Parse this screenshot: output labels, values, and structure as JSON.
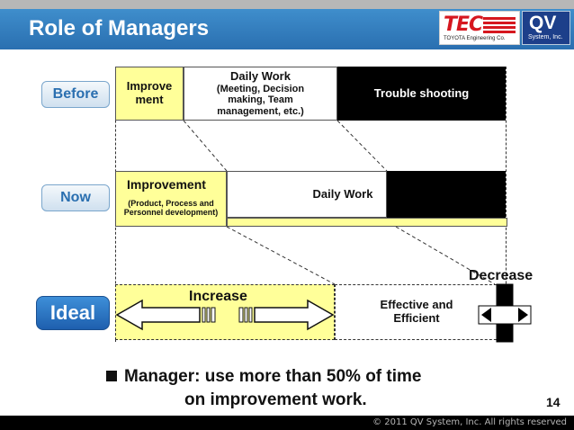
{
  "slide": {
    "title": "Role of Managers",
    "page_number": "14"
  },
  "logos": {
    "tec_mark": "TEC",
    "tec_caption": "TOYOTA Engineering Co.",
    "qv_mark": "QV",
    "qv_caption": "System, Inc."
  },
  "rows": {
    "before": {
      "label": "Before",
      "improve": "Improve ment",
      "daily_title": "Daily Work",
      "daily_detail": "(Meeting, Decision making, Team management, etc.)",
      "trouble": "Trouble shooting"
    },
    "now": {
      "label": "Now",
      "improvement_title": "Improvement",
      "improvement_detail": "(Product, Process and Personnel development)",
      "daily": "Daily Work"
    },
    "ideal": {
      "label": "Ideal",
      "increase": "Increase",
      "decrease": "Decrease",
      "effective": "Effective and Efficient"
    }
  },
  "note": {
    "line1": "Manager: use more than 50% of time",
    "line2": "on improvement work."
  },
  "footer": {
    "copyright": "© 2011 QV System, Inc. All rights reserved"
  },
  "colors": {
    "title_bar": "#2a6fb0",
    "improvement_fill": "#ffff99",
    "trouble_fill": "#000000",
    "pill_text": "#2a6fb0"
  }
}
